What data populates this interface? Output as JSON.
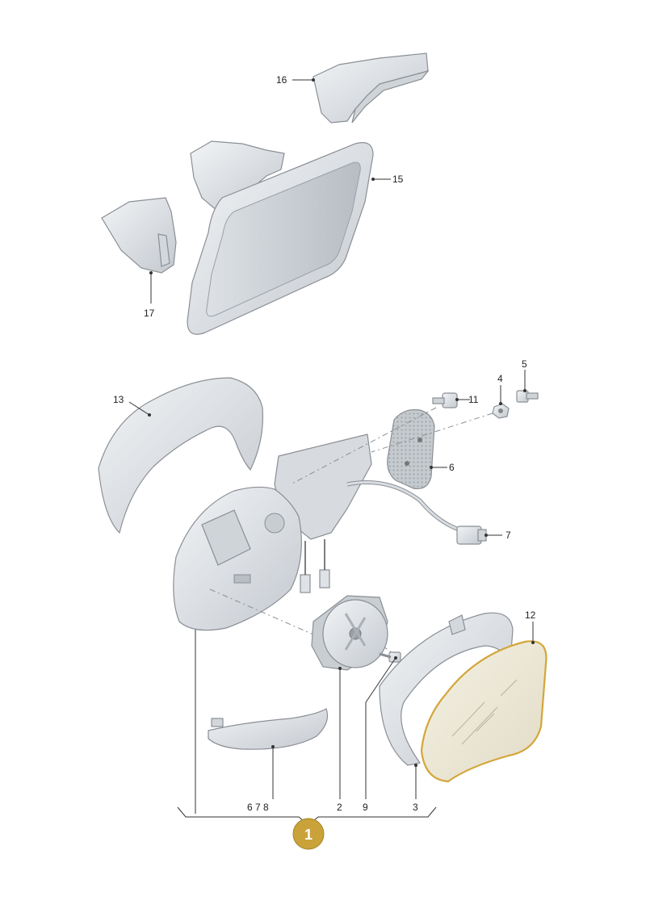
{
  "diagram": {
    "callouts": {
      "c16": "16",
      "c15": "15",
      "c17": "17",
      "c13": "13",
      "c11": "11",
      "c4": "4",
      "c5": "5",
      "c6": "6",
      "c7": "7",
      "c12": "12",
      "c678": "6 7 8",
      "c2": "2",
      "c9": "9",
      "c3": "3"
    },
    "assembly_badge": "1",
    "colors": {
      "part_fill": "#e6e9ec",
      "part_shade": "#c9ced3",
      "glass_fill": "#ece8d8",
      "glass_outline": "#d4a63a",
      "badge_fill": "#c9a23a"
    }
  }
}
